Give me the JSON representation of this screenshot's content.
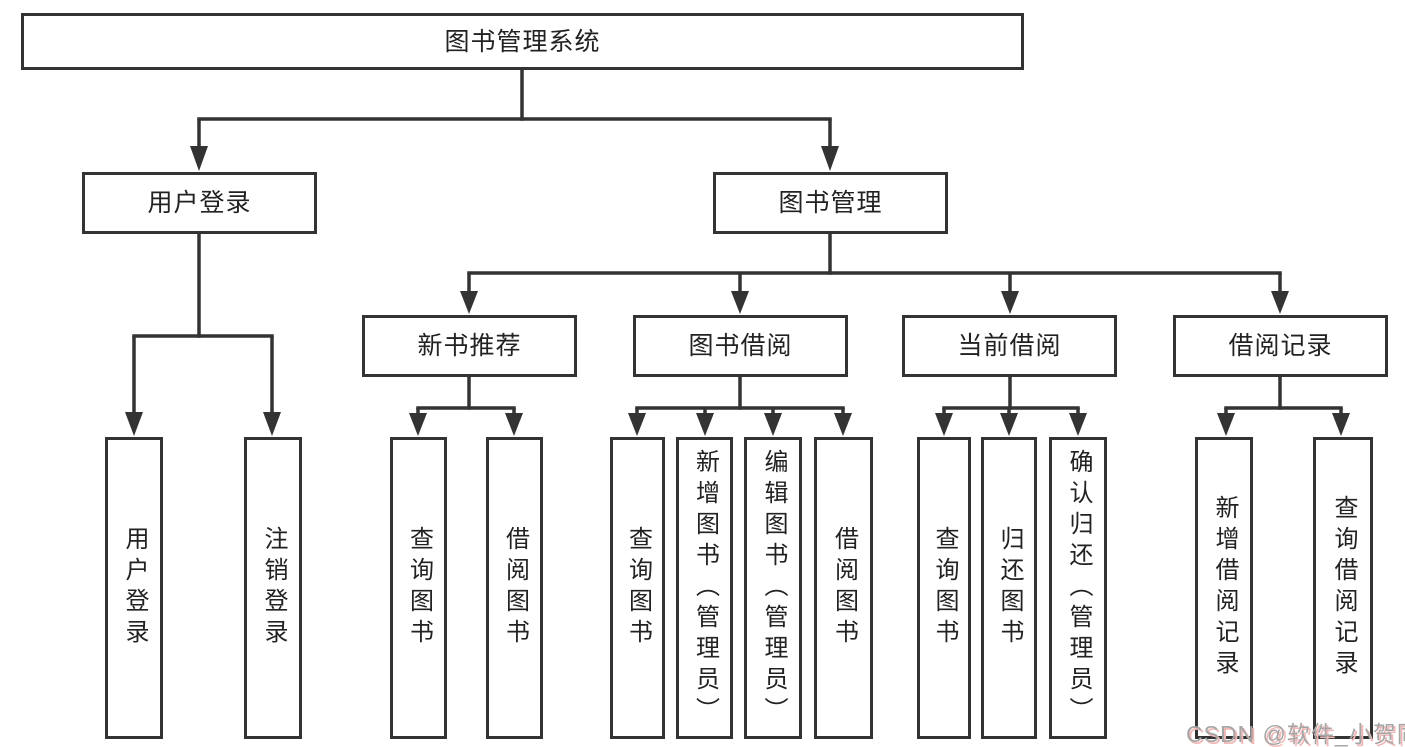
{
  "nodes": {
    "root": "图书管理系统",
    "user_login": "用户登录",
    "book_management": "图书管理",
    "new_book_recommend": "新书推荐",
    "book_borrowing": "图书借阅",
    "current_borrowing": "当前借阅",
    "borrowing_records": "借阅记录",
    "leaf_user_login": "用户登录",
    "leaf_logout": "注销登录",
    "leaf_recommend_query_books": "查询图书",
    "leaf_recommend_borrow_books": "借阅图书",
    "leaf_borrow_query_books": "查询图书",
    "leaf_borrow_add_books": "新增图书（管理员）",
    "leaf_borrow_edit_books": "编辑图书（管理员）",
    "leaf_borrow_borrow_books": "借阅图书",
    "leaf_current_query_books": "查询图书",
    "leaf_current_return_books": "归还图书",
    "leaf_current_confirm_return": "确认归还（管理员）",
    "leaf_record_add_record": "新增借阅记录",
    "leaf_record_query_record": "查询借阅记录"
  },
  "watermark": {
    "text": "CSDN @软件_小贺同学"
  },
  "colors": {
    "line": "#333333",
    "text": "#222222",
    "box_bg": "#ffffff",
    "watermark": "#a6a6a6",
    "watermark_shadow": "#f2b8b8"
  }
}
